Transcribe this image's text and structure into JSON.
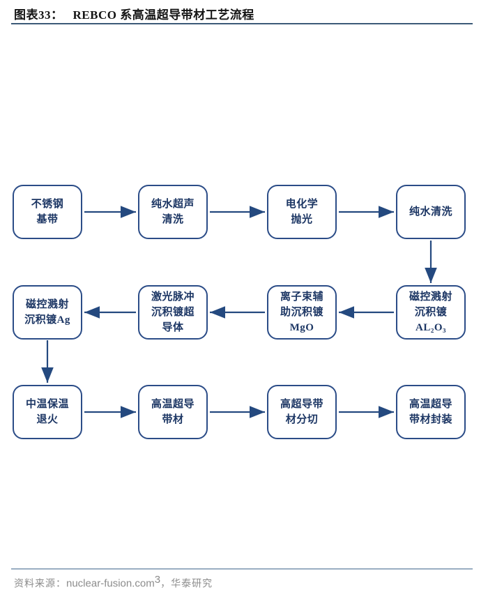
{
  "header": {
    "figure_label": "图表33：",
    "title": "REBCO 系高温超导带材工艺流程"
  },
  "flowchart": {
    "type": "process-flow",
    "flow_order": "row1 left-to-right, down, row2 right-to-left, down, row3 left-to-right",
    "nodes": [
      {
        "id": "stainless-steel-substrate",
        "row": 1,
        "col": 1,
        "lines": [
          "不锈钢",
          "基带"
        ]
      },
      {
        "id": "pure-water-ultrasonic-clean",
        "row": 1,
        "col": 2,
        "lines": [
          "纯水超声",
          "清洗"
        ]
      },
      {
        "id": "electrochemical-polish",
        "row": 1,
        "col": 3,
        "lines": [
          "电化学",
          "抛光"
        ]
      },
      {
        "id": "pure-water-rinse",
        "row": 1,
        "col": 4,
        "lines": [
          "纯水清洗"
        ]
      },
      {
        "id": "sputter-deposit-al2o3",
        "row": 2,
        "col": 4,
        "lines": [
          "磁控溅射",
          "沉积镀",
          "AL₂O₃"
        ]
      },
      {
        "id": "ion-beam-assisted-deposit-mgo",
        "row": 2,
        "col": 3,
        "lines": [
          "离子束辅",
          "助沉积镀",
          "MgO"
        ]
      },
      {
        "id": "pulsed-laser-deposit-superconductor",
        "row": 2,
        "col": 2,
        "lines": [
          "激光脉冲",
          "沉积镀超",
          "导体"
        ]
      },
      {
        "id": "sputter-deposit-ag",
        "row": 2,
        "col": 1,
        "lines": [
          "磁控溅射",
          "沉积镀Ag"
        ]
      },
      {
        "id": "mid-temp-anneal",
        "row": 3,
        "col": 1,
        "lines": [
          "中温保温",
          "退火"
        ]
      },
      {
        "id": "hts-tape",
        "row": 3,
        "col": 2,
        "lines": [
          "高温超导",
          "带材"
        ]
      },
      {
        "id": "hts-tape-slitting",
        "row": 3,
        "col": 3,
        "lines": [
          "高超导带",
          "材分切"
        ]
      },
      {
        "id": "hts-tape-packaging",
        "row": 3,
        "col": 4,
        "lines": [
          "高温超导",
          "带材封装"
        ]
      }
    ]
  },
  "footer": {
    "prefix": "资料来源：",
    "source_en": "nuclear-fusion.com",
    "superscript": "3",
    "suffix": "，华泰研究"
  },
  "colors": {
    "node_border": "#2b4c87",
    "node_text": "#1c3664",
    "arrow": "#24497f",
    "title_rule": "#3c5a78",
    "footer_rule": "#9aaec2",
    "footer_text": "#8c8c8c",
    "title_text": "#141414",
    "background": "#ffffff"
  }
}
